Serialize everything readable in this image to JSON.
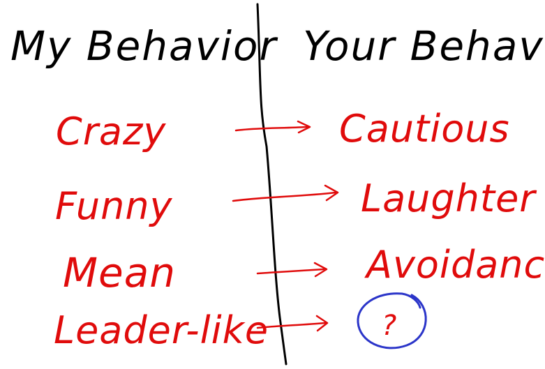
{
  "headers": {
    "left": "My Behavior",
    "right": "Your Behavior"
  },
  "rows": [
    {
      "left": "Crazy",
      "right": "Cautious"
    },
    {
      "left": "Funny",
      "right": "Laughter"
    },
    {
      "left": "Mean",
      "right": "Avoidance"
    },
    {
      "left": "Leader-like",
      "right": "?"
    }
  ],
  "colors": {
    "header_ink": "#000000",
    "row_ink": "#e00b0b",
    "circle_ink": "#2b35c9",
    "divider_ink": "#000000",
    "background": "#ffffff"
  },
  "icons": {
    "arrow": "right-arrow-icon",
    "unknown_marker": "question-circle-icon"
  }
}
